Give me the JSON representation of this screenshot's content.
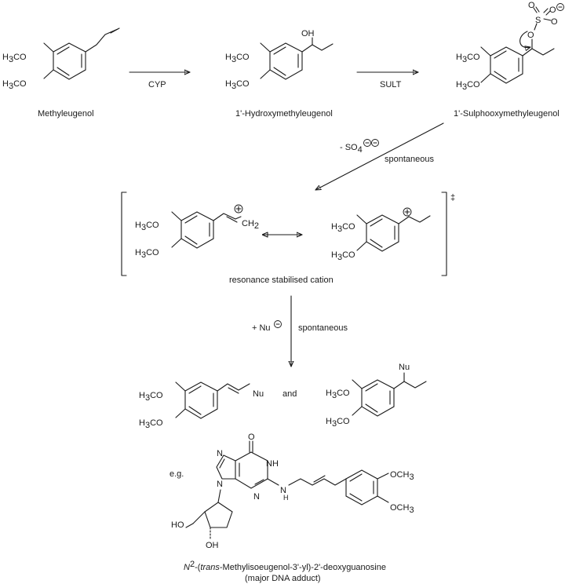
{
  "compounds": {
    "methyleugenol": "Methyleugenol",
    "hydroxy": "1'-Hydroxymethyleugenol",
    "sulphooxy": "1'-Sulphooxymethyleugenol"
  },
  "enzymes": {
    "cyp": "CYP",
    "sult": "SULT"
  },
  "step3": {
    "leaving": "- SO",
    "leaving_sub": "4",
    "condition": "spontaneous"
  },
  "cation": {
    "caption": "resonance stabilised cation",
    "dagger": "‡"
  },
  "step4": {
    "reagent": "+ Nu",
    "condition": "spontaneous"
  },
  "products": {
    "and": "and",
    "nu": "Nu"
  },
  "adduct": {
    "eg": "e.g.",
    "name_n": "N",
    "name_sup": "2",
    "name_rest1": "-(",
    "name_trans": "trans",
    "name_rest2": "-Methylisoeugenol-3'-yl)-2'-deoxyguanosine",
    "note": "(major DNA adduct)"
  },
  "labels": {
    "och3": "OCH",
    "h3c": "H",
    "c": "C",
    "o": "O",
    "oh": "OH",
    "ho": "HO",
    "s": "S",
    "n": "N",
    "nh": "NH",
    "h": "H",
    "ch2": "CH"
  }
}
